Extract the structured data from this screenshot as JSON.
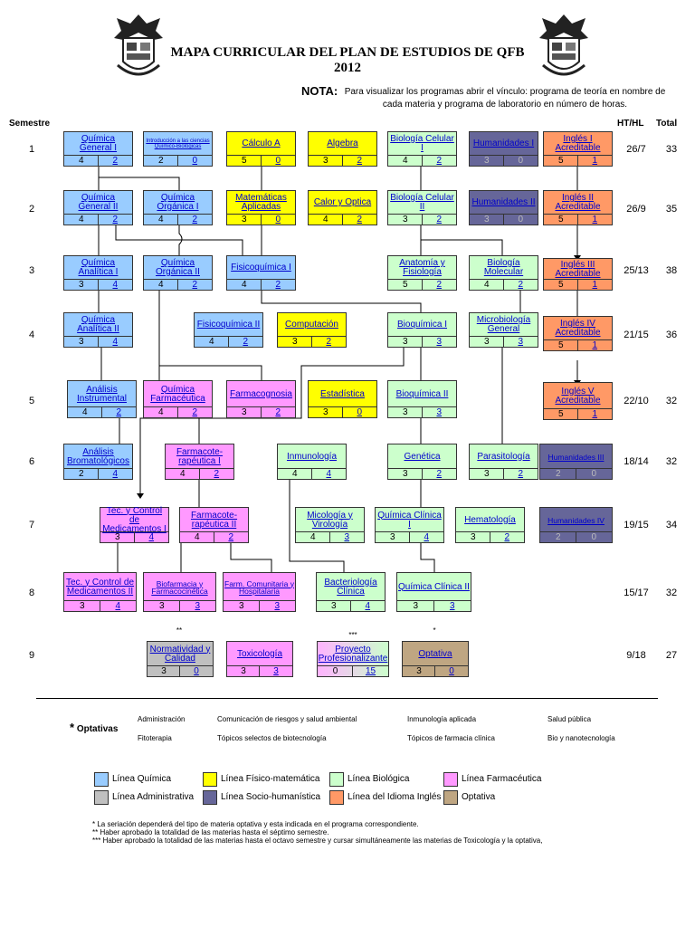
{
  "title_line1": "MAPA CURRICULAR DEL PLAN DE ESTUDIOS DE QFB",
  "title_line2": "2012",
  "nota_label": "NOTA:",
  "nota_text": "Para visualizar los programas abrir el vínculo: programa de teoría en nombre de cada materia y programa de laboratorio en número de horas.",
  "headers": {
    "semestre": "Semestre",
    "htl": "HT/HL",
    "total": "Total"
  },
  "semesters": [
    {
      "n": "1",
      "htl": "26/7",
      "total": "33"
    },
    {
      "n": "2",
      "htl": "26/9",
      "total": "35"
    },
    {
      "n": "3",
      "htl": "25/13",
      "total": "38"
    },
    {
      "n": "4",
      "htl": "21/15",
      "total": "36"
    },
    {
      "n": "5",
      "htl": "22/10",
      "total": "32"
    },
    {
      "n": "6",
      "htl": "18/14",
      "total": "32"
    },
    {
      "n": "7",
      "htl": "19/15",
      "total": "34"
    },
    {
      "n": "8",
      "htl": "15/17",
      "total": "32"
    },
    {
      "n": "9",
      "htl": "9/18",
      "total": "27"
    }
  ],
  "courses": [
    {
      "name": "Química General I",
      "ht": "4",
      "hl": "2",
      "line": "quimica"
    },
    {
      "name": "Introducción a las ciencias Químico-Biológicas",
      "ht": "2",
      "hl": "0",
      "line": "quimica"
    },
    {
      "name": "Cálculo A",
      "ht": "5",
      "hl": "0",
      "line": "fisico"
    },
    {
      "name": "Algebra",
      "ht": "3",
      "hl": "2",
      "line": "fisico"
    },
    {
      "name": "Biología Celular I",
      "ht": "4",
      "hl": "2",
      "line": "biologica"
    },
    {
      "name": "Humanidades I",
      "ht": "3",
      "hl": "0",
      "line": "socio"
    },
    {
      "name": "Inglés I Acreditable",
      "ht": "5",
      "hl": "1",
      "line": "ingles"
    },
    {
      "name": "Química General II",
      "ht": "4",
      "hl": "2",
      "line": "quimica"
    },
    {
      "name": "Química Orgánica I",
      "ht": "4",
      "hl": "2",
      "line": "quimica"
    },
    {
      "name": "Matemáticas Aplicadas",
      "ht": "3",
      "hl": "0",
      "line": "fisico"
    },
    {
      "name": "Calor y Optica",
      "ht": "4",
      "hl": "2",
      "line": "fisico"
    },
    {
      "name": "Biología Celular II",
      "ht": "3",
      "hl": "2",
      "line": "biologica"
    },
    {
      "name": "Humanidades II",
      "ht": "3",
      "hl": "0",
      "line": "socio"
    },
    {
      "name": "Inglés II Acreditable",
      "ht": "5",
      "hl": "1",
      "line": "ingles"
    },
    {
      "name": "Química Analítica I",
      "ht": "3",
      "hl": "4",
      "line": "quimica"
    },
    {
      "name": "Química Orgánica II",
      "ht": "4",
      "hl": "2",
      "line": "quimica"
    },
    {
      "name": "Fisicoquímica I",
      "ht": "4",
      "hl": "2",
      "line": "quimica"
    },
    {
      "name": "Anatomía y Fisiología",
      "ht": "5",
      "hl": "2",
      "line": "biologica"
    },
    {
      "name": "Biología Molecular",
      "ht": "4",
      "hl": "2",
      "line": "biologica"
    },
    {
      "name": "Inglés III Acreditable",
      "ht": "5",
      "hl": "1",
      "line": "ingles"
    },
    {
      "name": "Química Analítica II",
      "ht": "3",
      "hl": "4",
      "line": "quimica"
    },
    {
      "name": "Fisicoquímica II",
      "ht": "4",
      "hl": "2",
      "line": "quimica"
    },
    {
      "name": "Computación",
      "ht": "3",
      "hl": "2",
      "line": "fisico"
    },
    {
      "name": "Bioquímica I",
      "ht": "3",
      "hl": "3",
      "line": "biologica"
    },
    {
      "name": "Microbiología General",
      "ht": "3",
      "hl": "3",
      "line": "biologica"
    },
    {
      "name": "Inglés IV Acreditable",
      "ht": "5",
      "hl": "1",
      "line": "ingles"
    },
    {
      "name": "Análisis Instrumental",
      "ht": "4",
      "hl": "2",
      "line": "quimica"
    },
    {
      "name": "Química Farmacéutica",
      "ht": "4",
      "hl": "2",
      "line": "farmaceutica"
    },
    {
      "name": "Farmacognosia",
      "ht": "3",
      "hl": "2",
      "line": "farmaceutica"
    },
    {
      "name": "Estadística",
      "ht": "3",
      "hl": "0",
      "line": "fisico"
    },
    {
      "name": "Bioquímica II",
      "ht": "3",
      "hl": "3",
      "line": "biologica"
    },
    {
      "name": "Inglés V Acreditable",
      "ht": "5",
      "hl": "1",
      "line": "ingles"
    },
    {
      "name": "Análisis Bromatológicos",
      "ht": "2",
      "hl": "4",
      "line": "quimica"
    },
    {
      "name": "Farmacote-rapéutica I",
      "ht": "4",
      "hl": "2",
      "line": "farmaceutica"
    },
    {
      "name": "Inmunología",
      "ht": "4",
      "hl": "4",
      "line": "biologica"
    },
    {
      "name": "Genética",
      "ht": "3",
      "hl": "2",
      "line": "biologica"
    },
    {
      "name": "Parasitología",
      "ht": "3",
      "hl": "2",
      "line": "biologica"
    },
    {
      "name": "Humanidades III",
      "ht": "2",
      "hl": "0",
      "line": "socio"
    },
    {
      "name": "Tec. y Control de Medicamentos I",
      "ht": "3",
      "hl": "4",
      "line": "farmaceutica"
    },
    {
      "name": "Farmacote-rapéutica II",
      "ht": "4",
      "hl": "2",
      "line": "farmaceutica"
    },
    {
      "name": "Micología y Virología",
      "ht": "4",
      "hl": "3",
      "line": "biologica"
    },
    {
      "name": "Química Clínica I",
      "ht": "3",
      "hl": "4",
      "line": "biologica"
    },
    {
      "name": "Hematología",
      "ht": "3",
      "hl": "2",
      "line": "biologica"
    },
    {
      "name": "Humanidades IV",
      "ht": "2",
      "hl": "0",
      "line": "socio"
    },
    {
      "name": "Tec. y Control de Medicamentos II",
      "ht": "3",
      "hl": "4",
      "line": "farmaceutica"
    },
    {
      "name": "Biofarmacia y Farmacocinética",
      "ht": "3",
      "hl": "3",
      "line": "farmaceutica"
    },
    {
      "name": "Farm. Comunitaria y Hospitalaria",
      "ht": "3",
      "hl": "3",
      "line": "farmaceutica"
    },
    {
      "name": "Bacteriología Clínica",
      "ht": "3",
      "hl": "4",
      "line": "biologica"
    },
    {
      "name": "Química Clínica II",
      "ht": "3",
      "hl": "3",
      "line": "biologica"
    },
    {
      "name": "Normatividad y Calidad",
      "ht": "3",
      "hl": "0",
      "line": "administrativa"
    },
    {
      "name": "Toxicología",
      "ht": "3",
      "hl": "3",
      "line": "farmaceutica"
    },
    {
      "name": "Proyecto Profesionalizante",
      "ht": "0",
      "hl": "15",
      "line": "proyecto"
    },
    {
      "name": "Optativa",
      "ht": "3",
      "hl": "0",
      "line": "optativa"
    }
  ],
  "marks": [
    "**",
    "***",
    "*"
  ],
  "optativas_label": "Optativas",
  "optativas_star": "*",
  "optativas": [
    "Administración",
    "Comunicación de riesgos y salud ambiental",
    "Inmunología aplicada",
    "Salud pública",
    "Fitoterapia",
    "Tópicos selectos de biotecnología",
    "Tópicos de farmacia clínica",
    "Bio y nanotecnología"
  ],
  "legend": [
    {
      "label": "Línea Química",
      "color": "#99ccff"
    },
    {
      "label": "Línea Físico-matemática",
      "color": "#ffff00"
    },
    {
      "label": "Línea Biológica",
      "color": "#ccffcc"
    },
    {
      "label": "Línea Farmacéutica",
      "color": "#ff99ff"
    },
    {
      "label": "Línea Administrativa",
      "color": "#c0c0c0"
    },
    {
      "label": "Línea Socio-humanística",
      "color": "#666699"
    },
    {
      "label": "Línea del Idioma Inglés",
      "color": "#ff9966"
    },
    {
      "label": "Optativa",
      "color": "#bfa682"
    }
  ],
  "footnotes": [
    "*  La seriación dependerá del tipo de materia optativa y esta indicada en el programa correspondiente.",
    "**  Haber aprobado la totalidad de las materias hasta el séptimo semestre.",
    "*** Haber aprobado la totalidad de las materias hasta el octavo semestre y cursar simultáneamente las materias de Toxicología y la optativa,"
  ]
}
